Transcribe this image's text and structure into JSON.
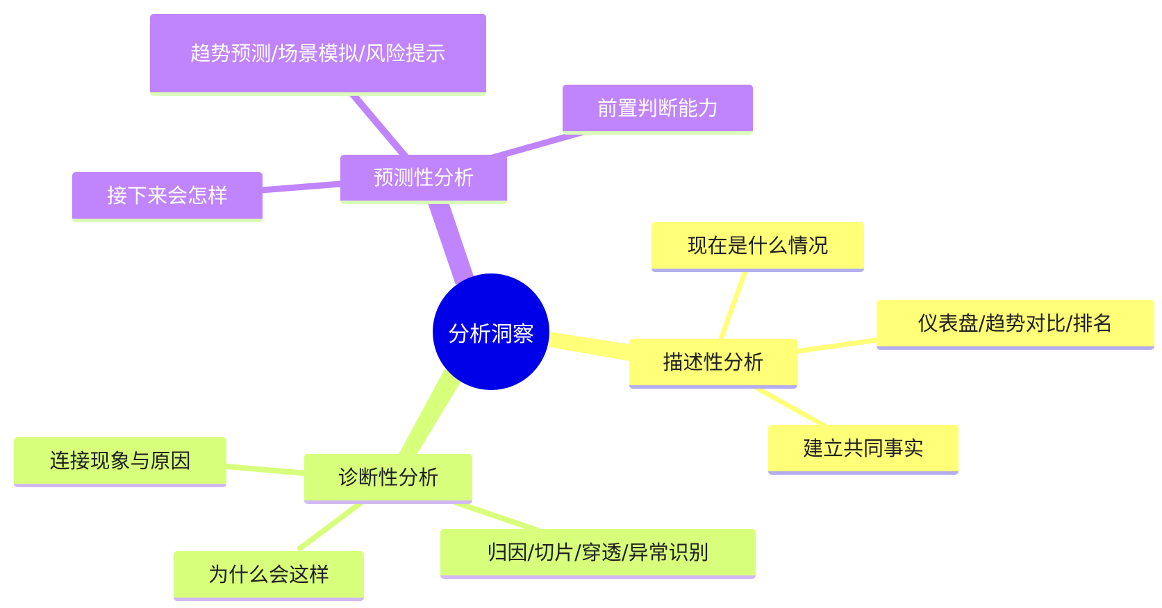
{
  "root": {
    "label": "分析洞察",
    "color": "#0000e8"
  },
  "branches": {
    "predictive": {
      "label": "预测性分析",
      "color": "#c084fc",
      "children": [
        "趋势预测/场景模拟/风险提示",
        "前置判断能力",
        "接下来会怎样"
      ]
    },
    "descriptive": {
      "label": "描述性分析",
      "color": "#ffff78",
      "children": [
        "现在是什么情况",
        "仪表盘/趋势对比/排名",
        "建立共同事实"
      ]
    },
    "diagnostic": {
      "label": "诊断性分析",
      "color": "#d7ff7c",
      "children": [
        "连接现象与原因",
        "为什么会这样",
        "归因/切片/穿透/异常识别"
      ]
    }
  },
  "colors": {
    "predictive_line": "#c084fc",
    "descriptive_line": "#ffff78",
    "diagnostic_line": "#d7ff7c"
  }
}
